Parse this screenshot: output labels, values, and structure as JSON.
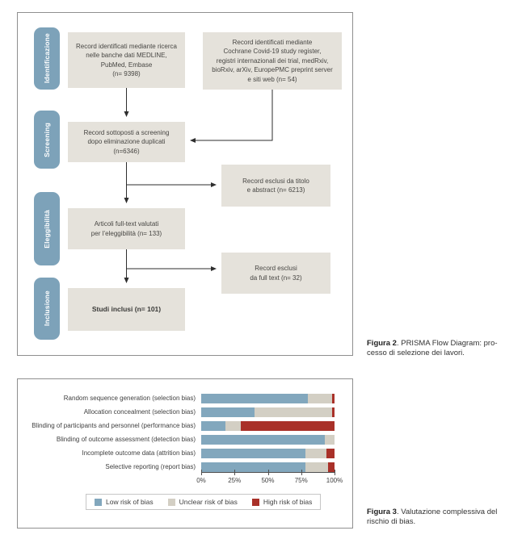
{
  "figure2": {
    "stages": [
      {
        "label": "Identificazione"
      },
      {
        "label": "Screening"
      },
      {
        "label": "Eleggibilità"
      },
      {
        "label": "Inclusione"
      }
    ],
    "boxes": {
      "database_records": "Record identificati mediante ricerca\nnelle banche dati MEDLINE,\nPubMed, Embase\n(n= 9398)",
      "register_records": "Record identificati mediante\nCochrane Covid-19 study register,\nregistri internazionali dei trial, medRxiv,\nbioRxiv, arXiv, EuropePMC preprint server\ne siti web (n= 54)",
      "screened_records": "Record sottoposti a screening\ndopo eliminazione duplicati\n(n=6346)",
      "excluded_title_abstract": "Record esclusi da titolo\ne abstract (n= 6213)",
      "fulltext_assessed": "Articoli full-text valutati\nper l’eleggibilità (n= 133)",
      "excluded_fulltext": "Record esclusi\nda full text (n= 32)",
      "included_studies": "Studi inclusi (n= 101)"
    },
    "caption": {
      "label": "Figura 2",
      "line1": ". PRISMA Flow Diagram: pro-",
      "line2": "cesso di selezione dei lavori."
    }
  },
  "figure3": {
    "caption": {
      "label": "Figura 3",
      "line1": ". Valutazione complessiva del",
      "line2": "rischio di bias."
    }
  },
  "chart_data": {
    "type": "stacked-bar-horizontal",
    "categories": [
      "Random sequence generation (selection bias)",
      "Allocation concealment (selection bias)",
      "Blinding of participants and personnel (performance bias)",
      "Blinding of outcome assessment (detection bias)",
      "Incomplete outcome data (attrition bias)",
      "Selective reporting (report bias)"
    ],
    "series": [
      {
        "key": "low",
        "name": "Low risk of bias",
        "color": "#82a7bd",
        "values": [
          80,
          40,
          18,
          93,
          78,
          78
        ]
      },
      {
        "key": "unclear",
        "name": "Unclear risk of bias",
        "color": "#d3cfc4",
        "values": [
          18,
          58,
          12,
          7,
          16,
          17
        ]
      },
      {
        "key": "high",
        "name": "High risk of bias",
        "color": "#a93129",
        "values": [
          2,
          2,
          70,
          0,
          6,
          5
        ]
      }
    ],
    "x_ticks": [
      "0%",
      "25%",
      "50%",
      "75%",
      "100%"
    ],
    "xlim": [
      0,
      100
    ],
    "grid": false,
    "legend_position": "bottom"
  },
  "colors": {
    "stage_blue": "#7da2b9",
    "flow_box_gray": "#e5e2db",
    "low_risk_blue": "#82a7bd",
    "unclear_risk_tan": "#d3cfc4",
    "high_risk_red": "#a93129",
    "panel_border": "#8f8f8f"
  }
}
